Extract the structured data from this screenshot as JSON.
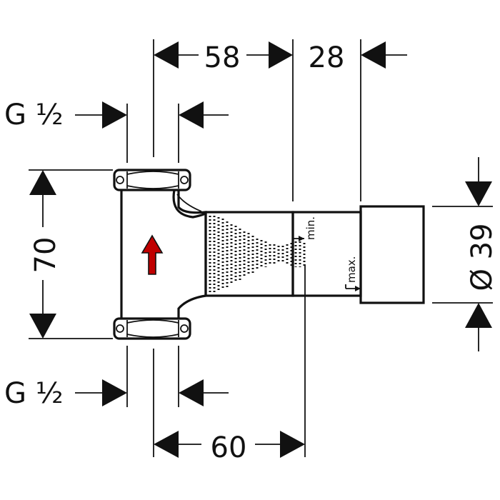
{
  "dimensions": {
    "top_left": "58",
    "top_right": "28",
    "bottom": "60",
    "height": "70",
    "diameter": "Ø 39"
  },
  "thread_labels": {
    "top": "G ½",
    "bottom": "G ½"
  },
  "annotations": {
    "min": "min.",
    "max": "max."
  },
  "colors": {
    "line": "#111111",
    "flow_arrow": "#c00000",
    "background": "#ffffff"
  }
}
